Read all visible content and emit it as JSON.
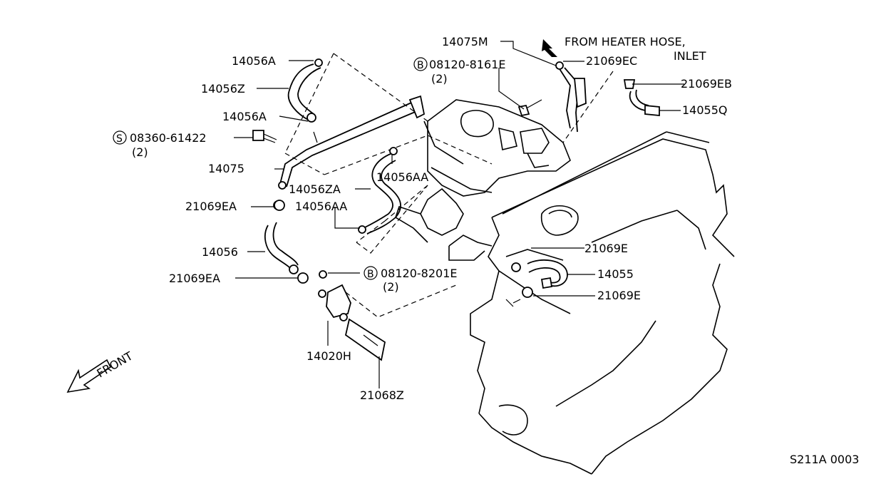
{
  "labels": {
    "p14075M": "14075M",
    "fromHeater": "FROM HEATER HOSE,",
    "inlet": "INLET",
    "p21069EC": "21069EC",
    "p21069EB": "21069EB",
    "p14055Q": "14055Q",
    "p14056A_top": "14056A",
    "p14056Z": "14056Z",
    "p14056A_mid": "14056A",
    "bolt1": "08120-8161E",
    "bolt1qty": "(2)",
    "screw": "08360-61422",
    "screwqty": "(2)",
    "p14075": "14075",
    "p14056AA_top": "14056AA",
    "p14056ZA": "14056ZA",
    "p14056AA_bot": "14056AA",
    "p21069EA_top": "21069EA",
    "p14056": "14056",
    "p21069EA_bot": "21069EA",
    "bolt2": "08120-8201E",
    "bolt2qty": "(2)",
    "p21069E_top": "21069E",
    "p14055": "14055",
    "p21069E_bot": "21069E",
    "p14020H": "14020H",
    "p21068Z": "21068Z",
    "front": "FRONT",
    "code": "S211A 0003"
  },
  "symbols": {
    "B": "B",
    "S": "S"
  }
}
